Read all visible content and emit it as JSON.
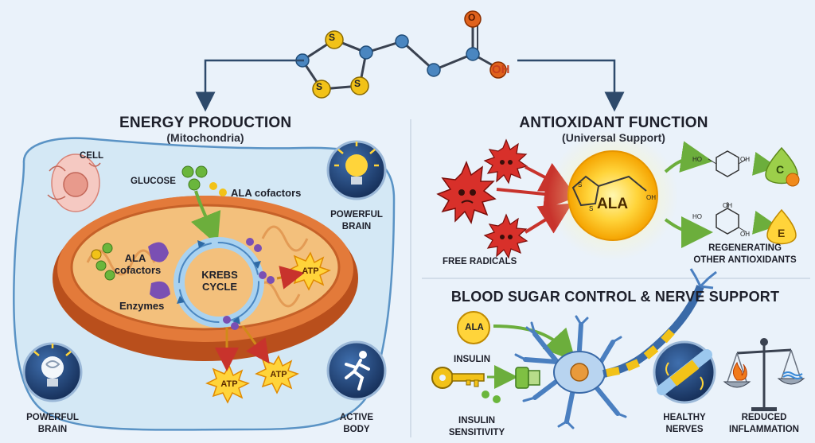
{
  "molecule": {
    "sulfur": "S",
    "sulfur_2": "S",
    "sulfur_3": "S",
    "hydroxyl": "OH",
    "oxygen": "O"
  },
  "energy": {
    "title": "ENERGY PRODUCTION",
    "subtitle": "(Mitochondria)",
    "cell": "CELL",
    "glucose": "GLUCOSE",
    "ala_cofactors_top": "ALA cofactors",
    "ala_cofactors_inner_1": "ALA",
    "ala_cofactors_inner_2": "cofactors",
    "enzymes": "Enzymes",
    "krebs_1": "KREBS",
    "krebs_2": "CYCLE",
    "atp": "ATP",
    "powerful_brain_1": "POWERFUL",
    "powerful_brain_2": "BRAIN",
    "active_body_1": "ACTIVE",
    "active_body_2": "BODY"
  },
  "antioxidant": {
    "title": "ANTIOXIDANT FUNCTION",
    "subtitle": "(Universal Support)",
    "ala": "ALA",
    "oh": "OH",
    "s": "S",
    "free_radicals": "FREE RADICALS",
    "regen_1": "REGENERATING",
    "regen_2": "OTHER ANTIOXIDANTS",
    "vitamin_c": "C",
    "vitamin_e": "E",
    "ho": "HO"
  },
  "blood": {
    "title": "BLOOD SUGAR CONTROL & NERVE SUPPORT",
    "ala": "ALA",
    "insulin": "INSULIN",
    "sensitivity_1": "INSULIN",
    "sensitivity_2": "SENSITIVITY",
    "healthy_1": "HEALTHY",
    "healthy_2": "NERVES",
    "reduced_1": "REDUCED",
    "reduced_2": "INFLAMMATION"
  },
  "colors": {
    "background": "#eaf2fa",
    "cell_fill": "#d4e8f5",
    "mito_outer": "#c2561e",
    "mito_inner": "#f3c07c",
    "sulfur": "#f2c218",
    "carbon": "#4a86c0",
    "oxygen": "#e0621c",
    "radical": "#d8302a",
    "ala_glow": "#ffd43a",
    "icon_circle": "#1e3f73",
    "arrow_dark": "#2e4a6b",
    "arrow_green": "#6cae3c"
  },
  "icons": [
    "lightbulb-brain-icon",
    "running-person-icon",
    "neuron-icon",
    "key-icon",
    "receptor-icon",
    "nerve-icon",
    "scale-icon",
    "fire-icon",
    "water-icon",
    "free-radical-icon",
    "atp-burst-icon",
    "cell-icon"
  ]
}
